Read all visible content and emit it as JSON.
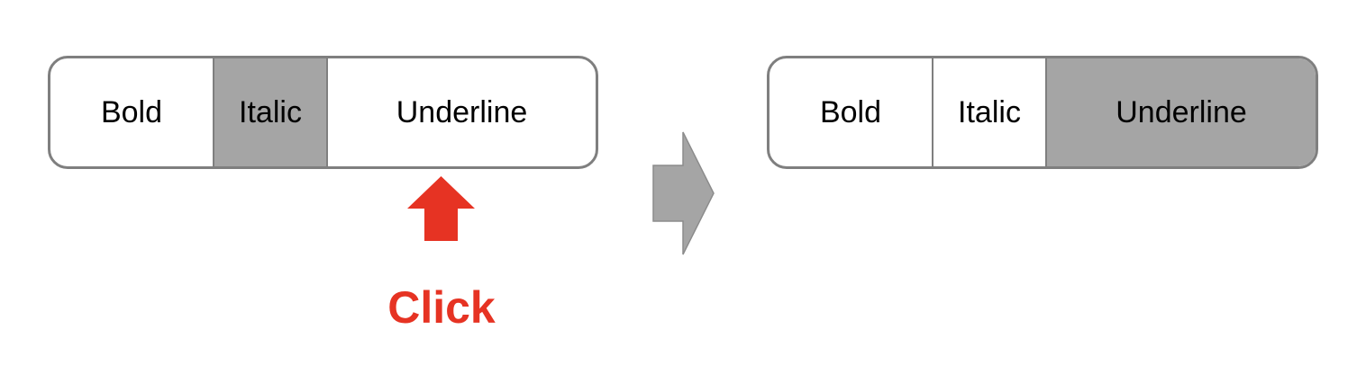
{
  "before": {
    "buttons": [
      {
        "label": "Bold",
        "selected": false
      },
      {
        "label": "Italic",
        "selected": true
      },
      {
        "label": "Underline",
        "selected": false
      }
    ]
  },
  "after": {
    "buttons": [
      {
        "label": "Bold",
        "selected": false
      },
      {
        "label": "Italic",
        "selected": false
      },
      {
        "label": "Underline",
        "selected": true
      }
    ]
  },
  "annotation": {
    "click_label": "Click",
    "click_color": "#e63323",
    "arrow_icon": "up-arrow-icon",
    "transition_icon": "right-arrow-icon"
  },
  "colors": {
    "selected_fill": "#a5a5a5",
    "border": "#7f7f7f",
    "transition_arrow": "#a5a5a5"
  }
}
